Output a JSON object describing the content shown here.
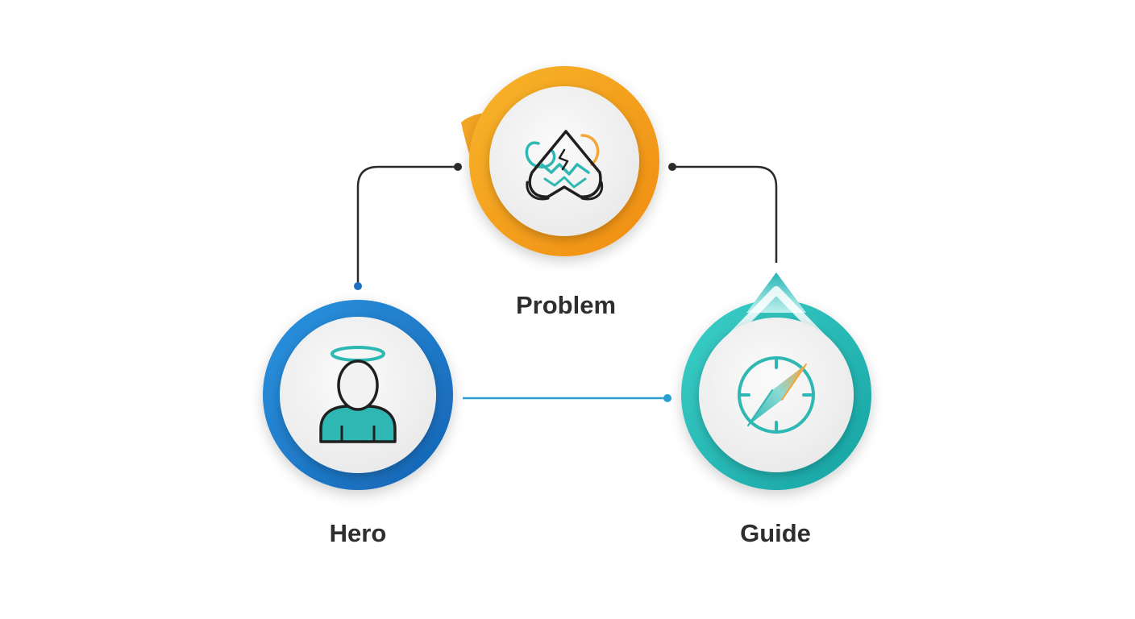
{
  "nodes": {
    "problem": {
      "label": "Problem",
      "icon": "tangled-mountain-icon",
      "color": "#F5A31A"
    },
    "hero": {
      "label": "Hero",
      "icon": "person-halo-icon",
      "color": "#1E7ED0"
    },
    "guide": {
      "label": "Guide",
      "icon": "compass-icon",
      "color": "#26B5B5"
    }
  },
  "connections": [
    {
      "from": "hero",
      "to": "problem"
    },
    {
      "from": "problem",
      "to": "guide"
    },
    {
      "from": "hero",
      "to": "guide"
    }
  ],
  "colors": {
    "connector": "#2b2b2b",
    "hero_guide_connector": "#2a9fd0",
    "inner_face": "#f2f2f2",
    "icon_teal": "#2fb8b3",
    "icon_orange": "#f3a63a",
    "icon_dark": "#1f1f1f"
  }
}
